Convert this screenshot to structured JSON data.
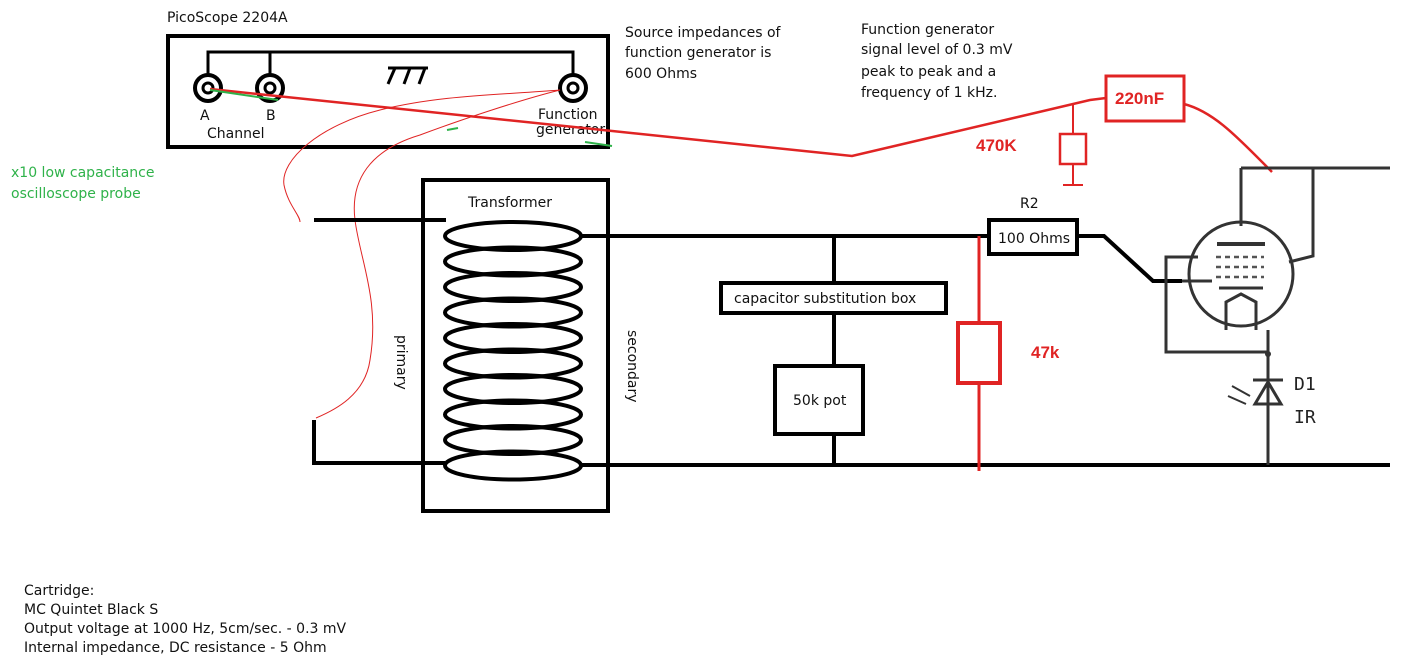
{
  "colors": {
    "wire": "#000000",
    "red_wire": "#e02424",
    "probe": "#2fb24a",
    "text": "#111111"
  },
  "picoscope": {
    "title": "PicoScope 2204A",
    "port_a": "A",
    "port_b": "B",
    "channel_label": "Channel",
    "function_generator_label": "Function\ngenerator",
    "ground_icon": "ground-icon"
  },
  "notes": {
    "source_impedance": [
      "Source impedances of",
      "function generator is",
      "600 Ohms"
    ],
    "signal_level": [
      "Function generator",
      "signal level of 0.3 mV",
      "peak to peak and a",
      "frequency of 1 kHz."
    ],
    "probe": [
      "x10 low capacitance",
      "oscilloscope probe"
    ]
  },
  "transformer": {
    "title": "Transformer",
    "primary": "primary",
    "secondary": "secondary"
  },
  "components": {
    "cap_box": "capacitor substitution box",
    "pot": "50k pot",
    "r2_label": "R2",
    "r2_value": "100 Ohms",
    "r_470k": "470K",
    "r_47k": "47k",
    "c_220nf": "220nF",
    "diode_label": "D1",
    "diode_type": "IR"
  },
  "cartridge": {
    "heading": "Cartridge:",
    "model": "MC Quintet Black S",
    "output_voltage": "Output voltage at 1000 Hz, 5cm/sec. - 0.3 mV",
    "impedance": "Internal impedance, DC resistance - 5 Ohm"
  }
}
